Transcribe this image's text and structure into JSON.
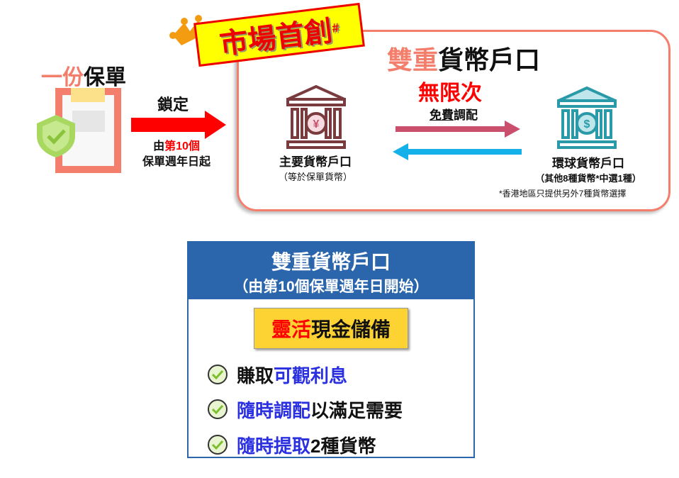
{
  "policy": {
    "title_accent": "一份",
    "title_rest": "保單"
  },
  "lock": {
    "label": "鎖定",
    "sub_pre": "由",
    "sub_accent": "第10個",
    "sub_line2": "保單週年日起"
  },
  "badge": {
    "text": "市場首創",
    "mark": "#"
  },
  "dual": {
    "title_accent": "雙重",
    "title_rest": "貨幣戶口",
    "unlimited": "無限次",
    "free_underlined": "免費",
    "free_rest": "調配",
    "primary": {
      "name": "主要貨幣戶口",
      "note": "（等於保單貨幣）",
      "symbol": "¥"
    },
    "global": {
      "name": "環球貨幣戶口",
      "note": "（其他8種貨幣*中選1種）",
      "symbol": "$"
    },
    "footnote": "*香港地區只提供另外7種貨幣選擇"
  },
  "summary": {
    "title": "雙重貨幣戶口",
    "subtitle": "（由第10個保單週年日開始）",
    "highlight_accent": "靈活",
    "highlight_rest": "現金儲備",
    "items": [
      {
        "accent": "",
        "pre": "賺取",
        "blue": "可觀利息",
        "rest": ""
      },
      {
        "pre": "",
        "blue": "隨時調配",
        "rest": "以滿足需要"
      },
      {
        "pre": "",
        "blue": "隨時提取",
        "rest": "2種貨幣"
      }
    ]
  },
  "colors": {
    "red": "#ff0000",
    "salmon": "#f47e6c",
    "blue_header": "#2b66ad",
    "teal": "#2a9aa8",
    "maroon": "#7a3b3f"
  }
}
